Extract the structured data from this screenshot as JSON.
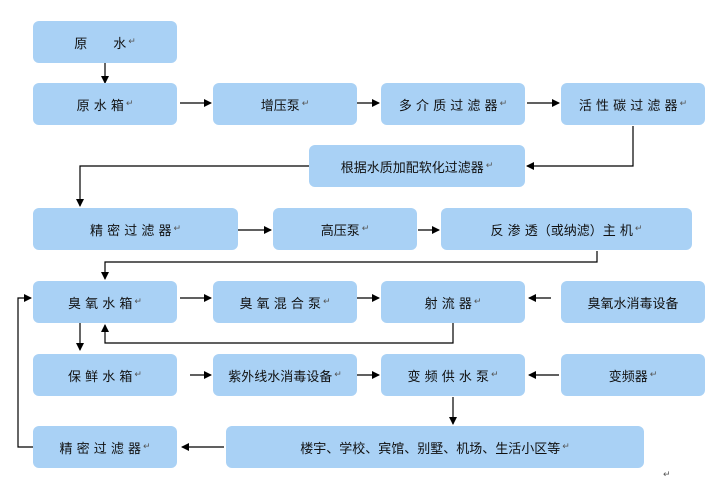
{
  "boxes": {
    "raw_water": "原  水",
    "raw_water_tank": "原 水 箱",
    "booster_pump": "增压泵",
    "multimedia_filter": "多 介 质 过 滤 器",
    "carbon_filter": "活 性 碳 过 滤 器",
    "softening_filter": "根据水质加配软化过滤器",
    "precision_filter_1": "精 密 过 滤 器",
    "high_pressure_pump": "高压泵",
    "ro_host": "反 渗 透（或纳滤）主 机",
    "ozone_tank": "臭 氧 水 箱",
    "ozone_mix_pump": "臭 氧 混 合 泵",
    "jet_flow": "射 流 器",
    "ozone_disinfect": "臭氧水消毒设备",
    "fresh_tank": "保 鲜 水 箱",
    "uv_disinfect": "紫外线水消毒设备",
    "vfd_pump": "变 频 供 水 泵",
    "inverter": "变频器",
    "precision_filter_2": "精 密 过 滤 器",
    "end_users": "楼宇、学校、宾馆、别墅、机场、生活小区等"
  },
  "paragraph_mark": "↵",
  "colors": {
    "box_fill": "#a9d1f5",
    "line": "#000000"
  }
}
